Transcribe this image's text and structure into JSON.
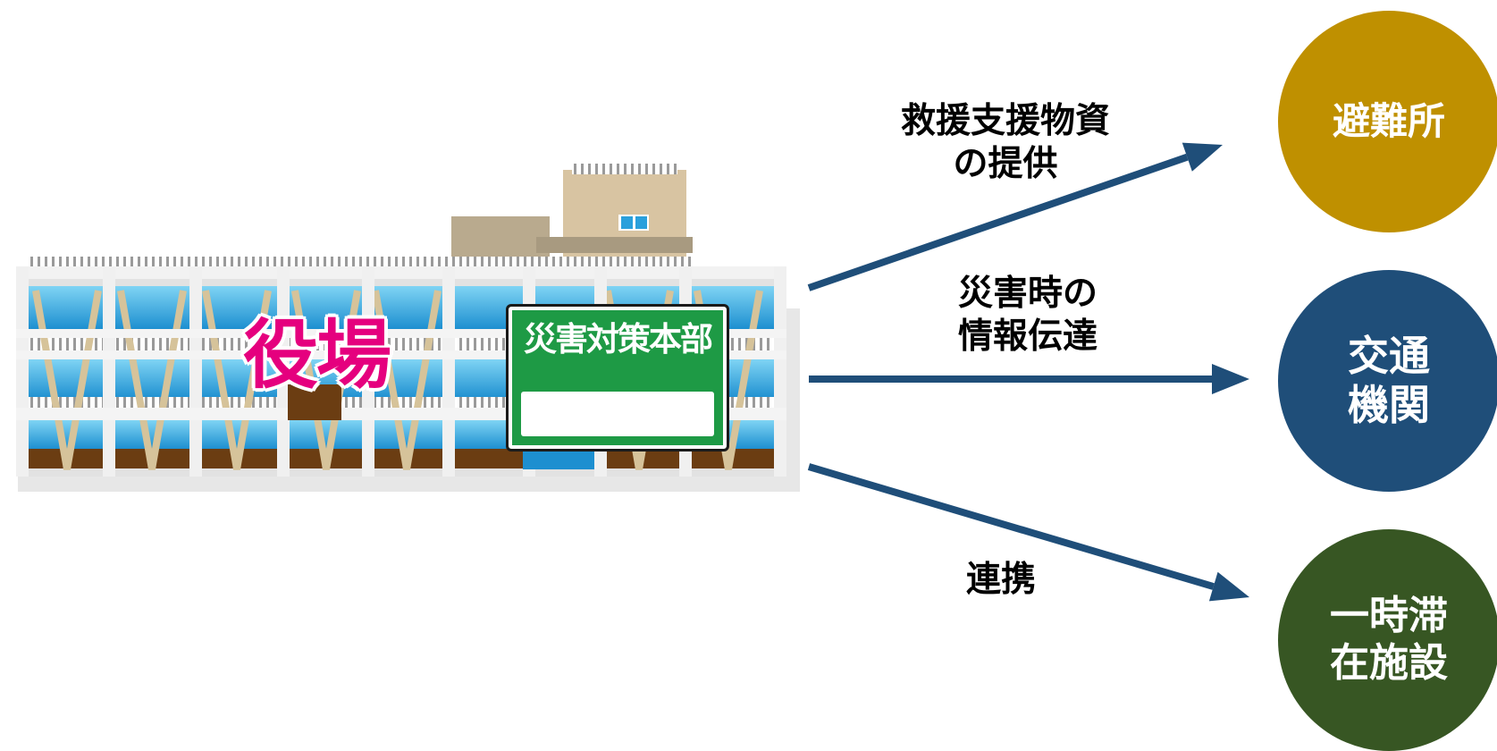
{
  "building": {
    "name_label": "役場",
    "sign_text": "災害対策本部"
  },
  "edges": [
    {
      "label_lines": [
        "救援支援物資",
        "の提供"
      ]
    },
    {
      "label_lines": [
        "災害時の",
        "情報伝達"
      ]
    },
    {
      "label_lines": [
        "連携"
      ]
    }
  ],
  "nodes": [
    {
      "lines": [
        "避難所"
      ],
      "color": "#bf9000"
    },
    {
      "lines": [
        "交通",
        "機関"
      ],
      "color": "#1f4e79"
    },
    {
      "lines": [
        "一時滞",
        "在施設"
      ],
      "color": "#375623"
    }
  ],
  "colors": {
    "arrow": "#1f4e79",
    "label_pink": "#e5007e",
    "sign_green": "#1e9a45"
  }
}
